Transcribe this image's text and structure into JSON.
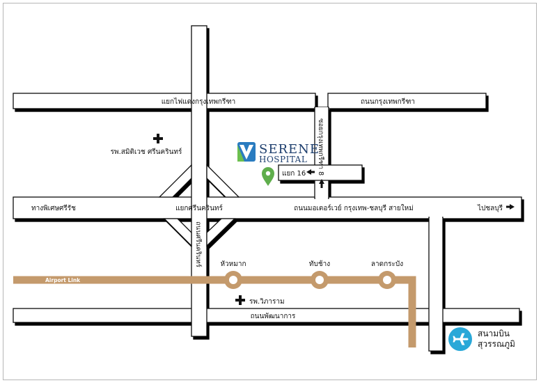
{
  "map": {
    "roads": {
      "top_left": "แยกไฟแดงกรุงเทพกรีฑา",
      "top_right": "ถนนกรุงเทพกรีฑา",
      "soi": "ซอยกรุงเทพกรีฑา 8",
      "soi_junction": "แยก 16",
      "main_west": "ทางพิเศษศรีรัช",
      "main_center": "แยกศรีนครินทร์",
      "main_east": "ถนนมอเตอร์เวย์ กรุงเทพ-ชลบุรี สายใหม่",
      "main_exit": "ไปชลบุรี",
      "vertical": "ถนนศรีนครินทร์",
      "bottom": "ถนนพัฒนาการ"
    },
    "landmarks": {
      "hospital_1": "รพ.สมิติเวช ศรีนครินทร์",
      "hospital_2": "รพ.วิภาราม"
    },
    "logo": {
      "line1": "SERENE",
      "line2": "HOSPITAL"
    },
    "rail": {
      "line_name": "Airport Link",
      "stations": [
        "หัวหมาก",
        "ทับช้าง",
        "ลาดกระบัง"
      ]
    },
    "airport": {
      "line1": "สนามบิน",
      "line2": "สุวรรณภูมิ"
    },
    "colors": {
      "rail": "#c49a6c",
      "pin": "#5fae4c",
      "logo_blue": "#1e3f6e",
      "airport": "#29a8d8",
      "road_fill": "#ffffff",
      "road_stroke": "#111111"
    },
    "icons": {
      "hospital_marker": "cross-icon",
      "location_marker": "map-pin-icon",
      "direction": "arrow-icon",
      "airport": "airplane-icon"
    }
  }
}
